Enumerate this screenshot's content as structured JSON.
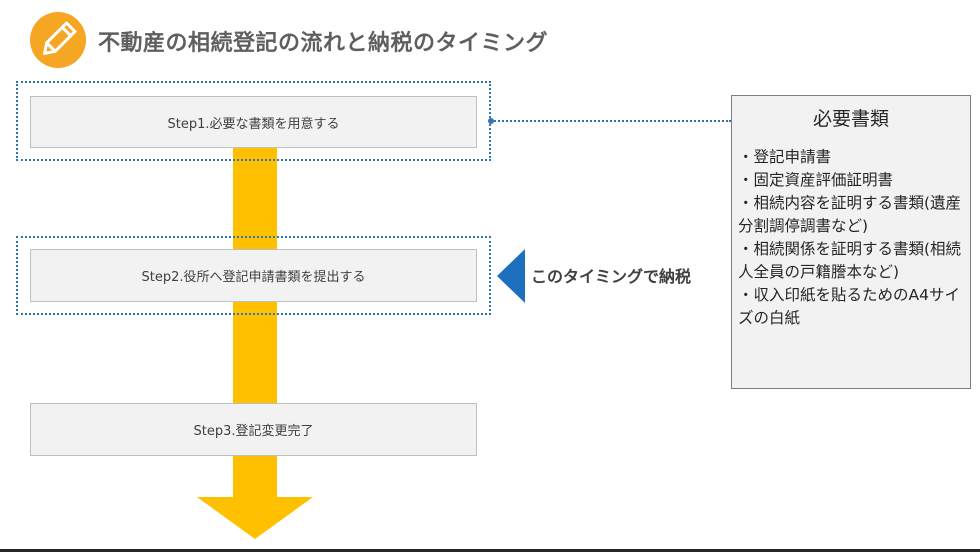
{
  "header": {
    "title": "不動産の相続登記の流れと納税のタイミング",
    "icon": "pencil-icon"
  },
  "steps": [
    {
      "label": "Step1.必要な書類を用意する"
    },
    {
      "label": "Step2.役所へ登記申請書類を提出する"
    },
    {
      "label": "Step3.登記変更完了"
    }
  ],
  "timing": {
    "label": "このタイミングで納税"
  },
  "documents": {
    "title": "必要書類",
    "items": [
      "・登記申請書",
      "・固定資産評価証明書",
      "・相続内容を証明する書類(遺産分割調停調書など)",
      "・相続関係を証明する書類(相続人全員の戸籍謄本など)",
      "・収入印紙を貼るためのA4サイズの白紙"
    ]
  },
  "colors": {
    "flow_arrow": "#ffc000",
    "accent_blue": "#2e75b6",
    "icon_circle": "#f5a623"
  }
}
